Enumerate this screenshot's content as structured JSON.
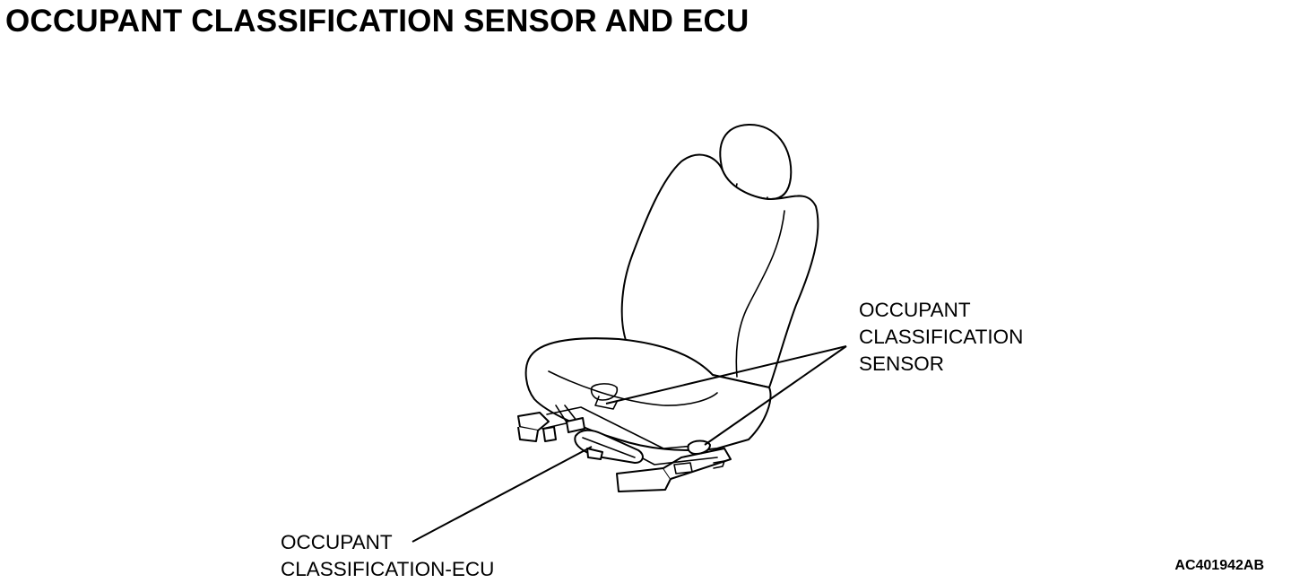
{
  "header": {
    "title": "OCCUPANT CLASSIFICATION SENSOR AND ECU"
  },
  "callouts": {
    "sensor": {
      "lines": [
        "OCCUPANT",
        "CLASSIFICATION",
        "SENSOR"
      ]
    },
    "ecu": {
      "lines": [
        "OCCUPANT",
        "CLASSIFICATION-ECU"
      ]
    }
  },
  "figure": {
    "id": "AC401942AB"
  }
}
